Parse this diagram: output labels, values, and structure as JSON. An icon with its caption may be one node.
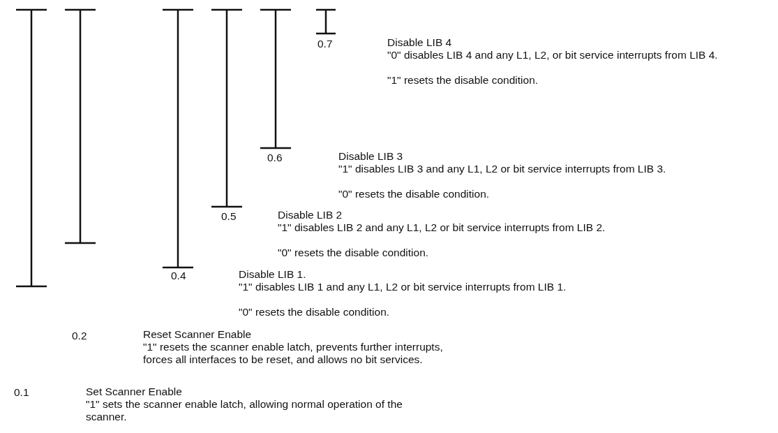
{
  "diagram": {
    "labels": [
      "0.7",
      "Disable LIB 4",
      "\"0\" disables LIB 4 and any L1, L2, or bit service interrupts from LIB 4.",
      "\"1\" resets the disable condition.",
      "0.6",
      "Disable LIB 3",
      "\"1\" disables LIB 3 and any L1, L2 or bit service interrupts from LIB 3.",
      "\"0\" resets the disable condition.",
      "0.5",
      "Disable LIB 2",
      "\"1\" disables LIB 2 and any L1, L2 or bit service interrupts from LIB 2.",
      "\"0\" resets the disable condition.",
      "0.4",
      "Disable LIB 1.",
      "\"1\" disables LIB 1 and any L1, L2 or bit service interrupts from LIB 1.",
      "\"0\" resets the disable condition.",
      "0.2",
      "Reset Scanner Enable",
      "\"1\" resets the scanner enable latch, prevents further interrupts, forces all interfaces to be reset, and allows no bit services.",
      "0.1",
      "Set Scanner Enable",
      "\"1\" sets the scanner enable latch, allowing normal operation of the scanner."
    ]
  }
}
